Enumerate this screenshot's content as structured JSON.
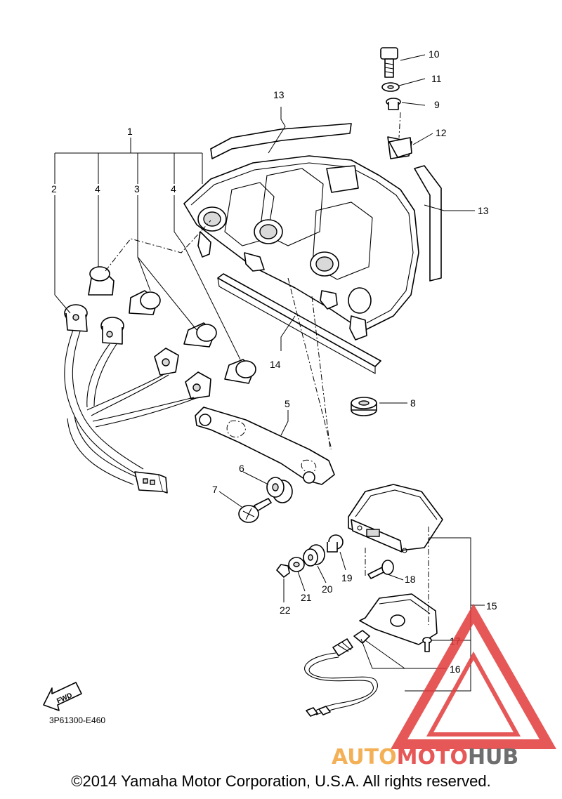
{
  "diagram_code": "3P61300-E460",
  "fwd_badge": "FWD",
  "watermark": {
    "part1": "AUTO",
    "part2": "MOTO",
    "part3": "HUB",
    "color": "#e23b3b",
    "dark": "#555555"
  },
  "callouts": [
    "1",
    "2",
    "3",
    "4",
    "4",
    "5",
    "6",
    "7",
    "8",
    "9",
    "10",
    "11",
    "12",
    "13",
    "13",
    "14",
    "15",
    "16",
    "17",
    "18",
    "19",
    "20",
    "21",
    "22"
  ],
  "copyright": "©2014 Yamaha Motor Corporation, U.S.A. All rights reserved."
}
